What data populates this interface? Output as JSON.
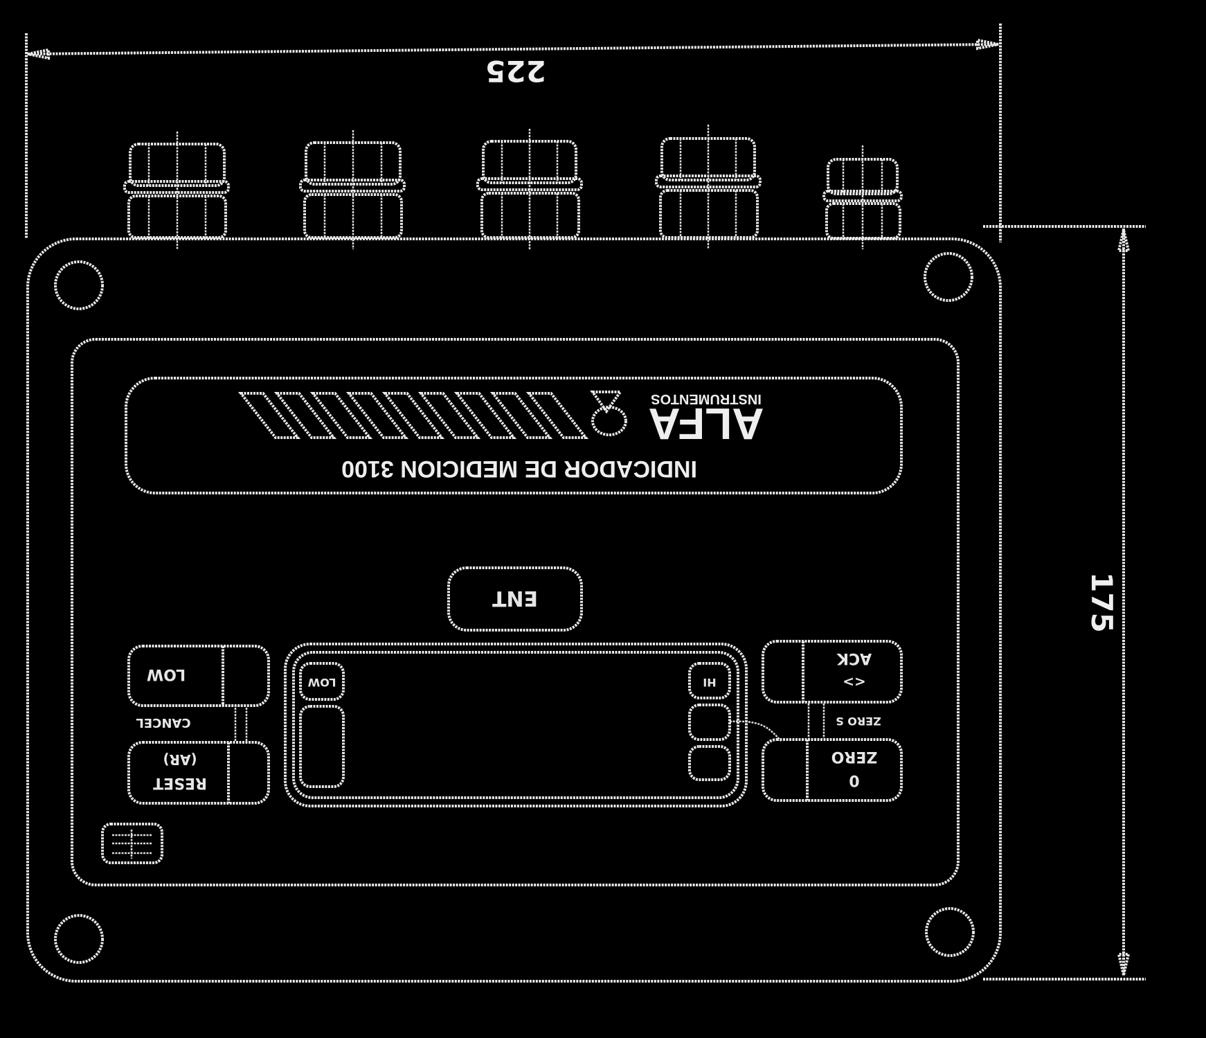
{
  "dimensions": {
    "width": "225",
    "height": "175"
  },
  "brand": {
    "logo_text": "ALFA",
    "logo_subtext": "INSTRUMENTOS",
    "product_title": "INDICADOR DE MEDICION 3100"
  },
  "front_panel": {
    "enter_label": "ENT",
    "left_top_key": "LOW",
    "left_label_mid": "CANCEL",
    "left_bottom_key_line1": "(AR)",
    "left_bottom_key_line2": "RESET",
    "display_left_top": "LOW",
    "display_right_top": "HI",
    "right_top_key_line1": "ACK",
    "right_top_key_line2": "<>",
    "right_label_mid": "ZERO S",
    "right_bottom_key_line1": "ZERO",
    "right_bottom_key_line2": "0"
  }
}
